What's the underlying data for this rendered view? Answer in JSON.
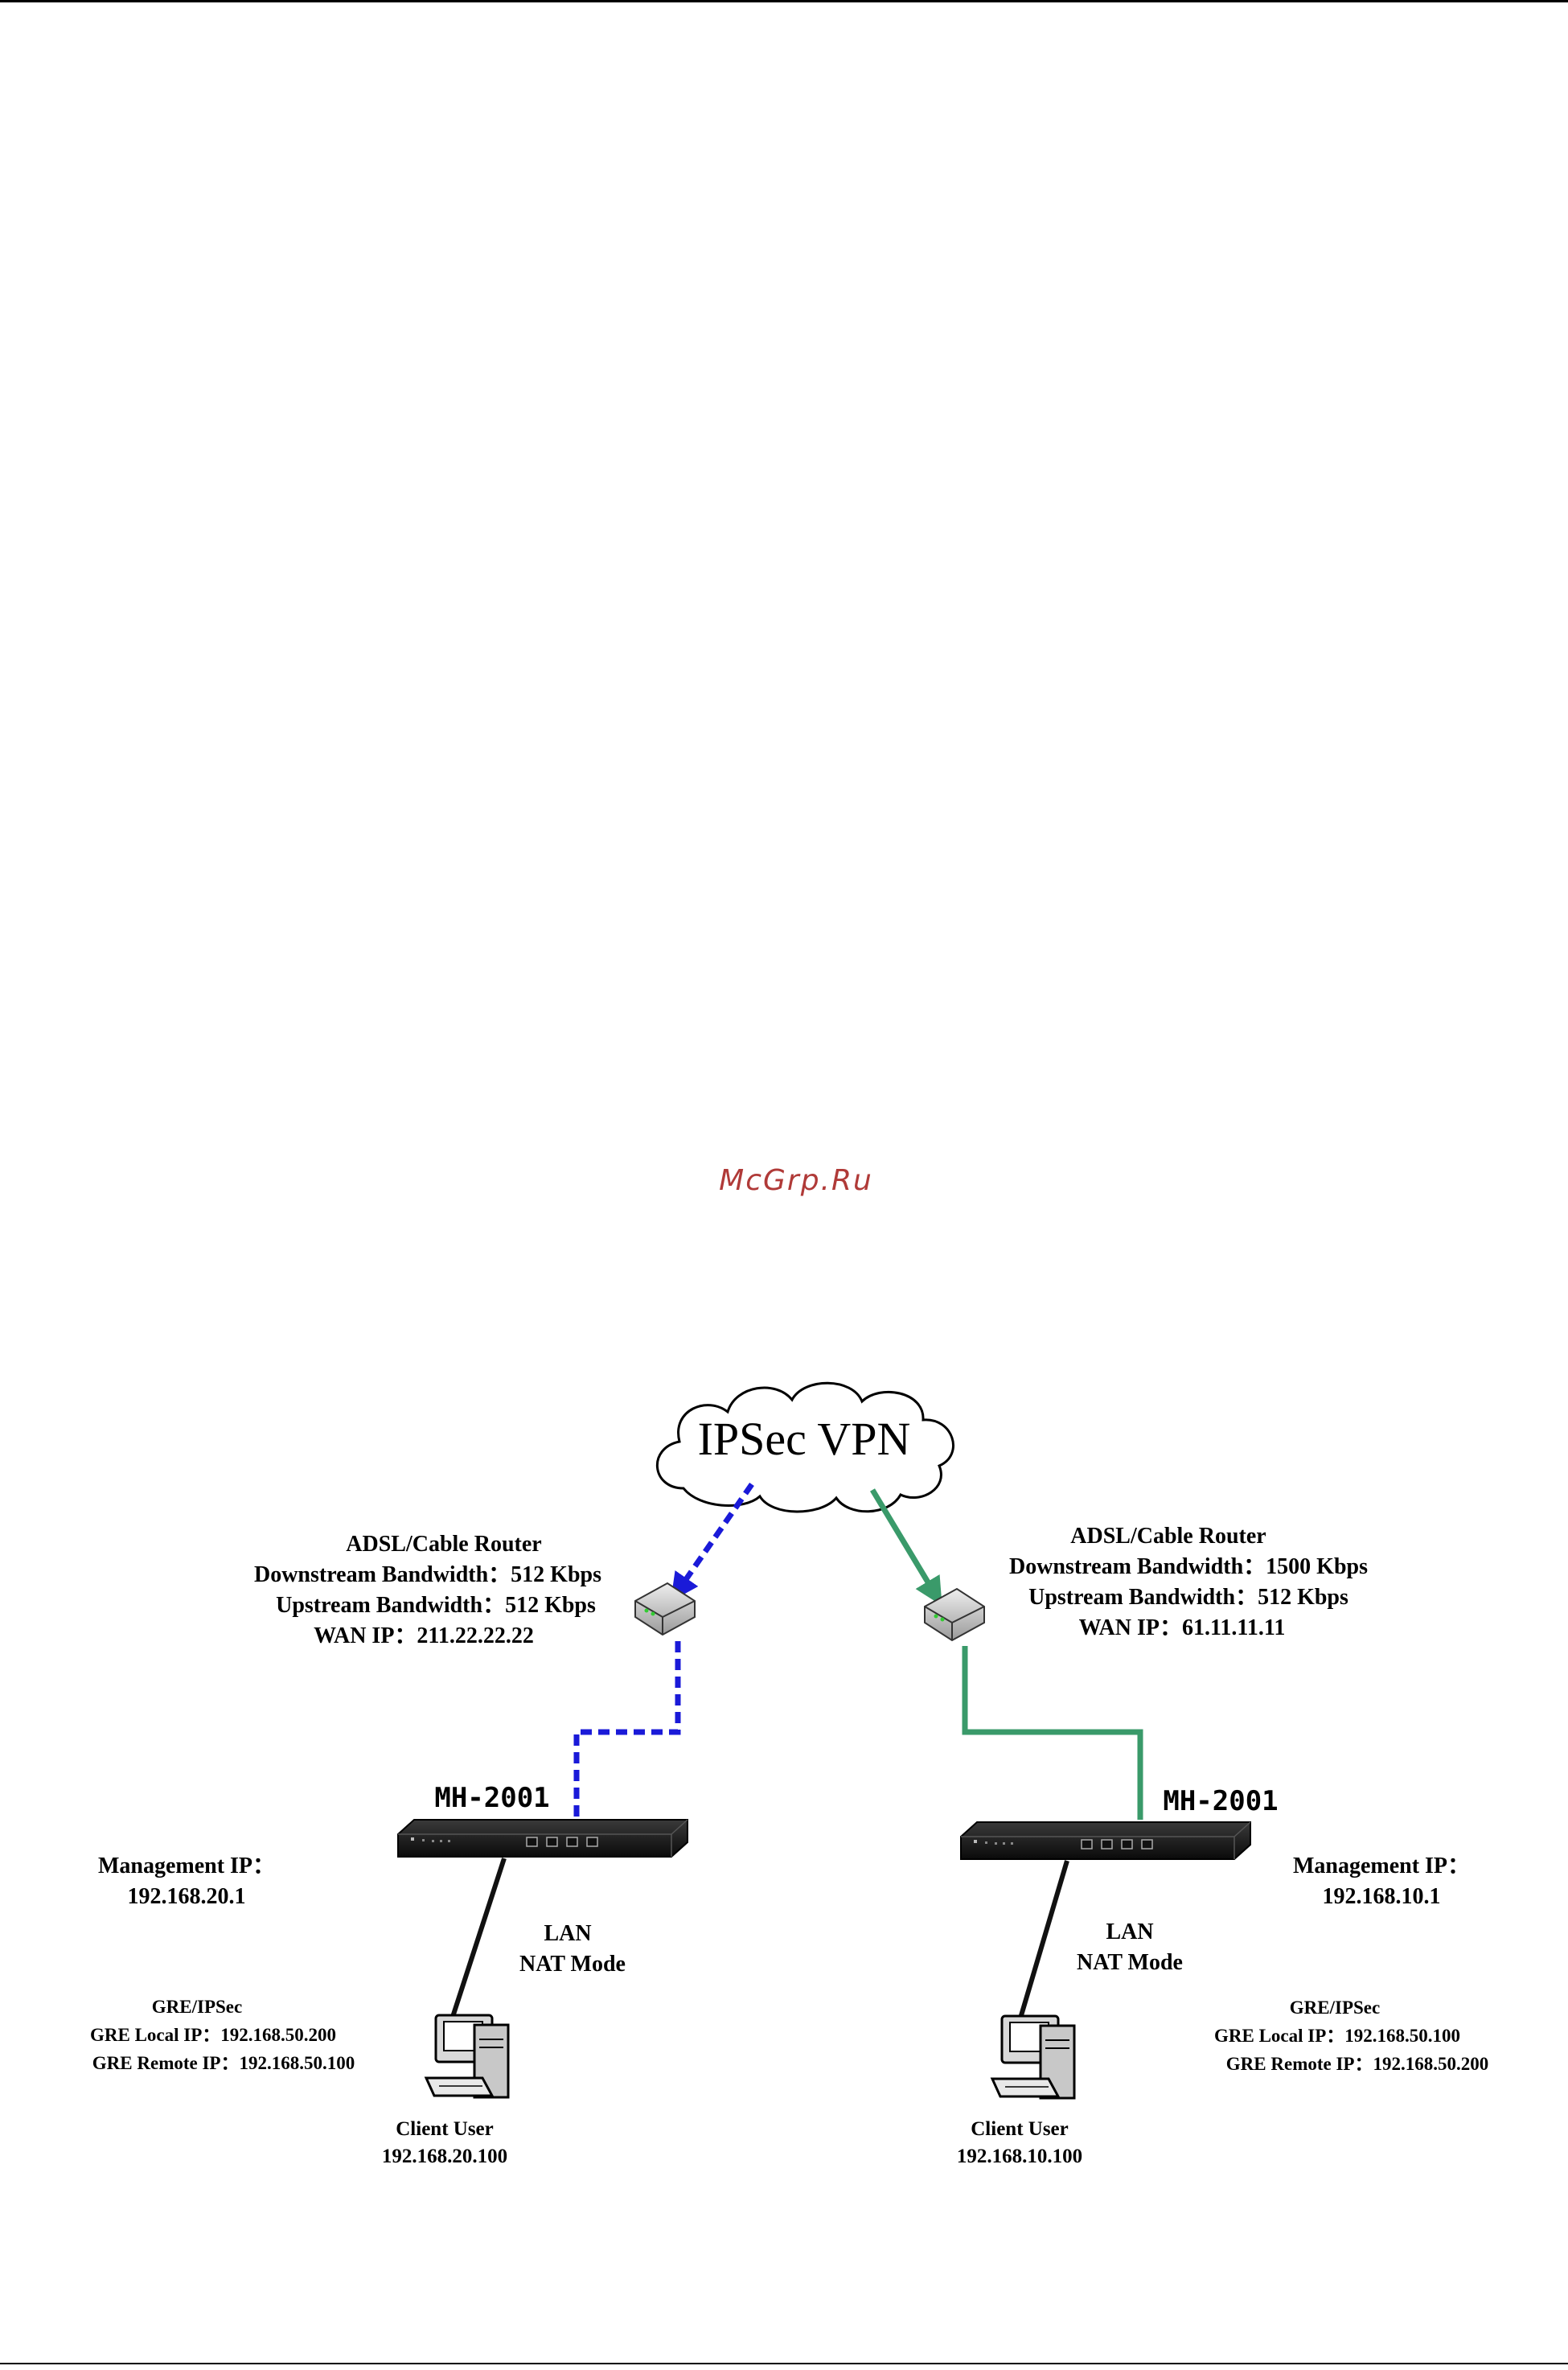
{
  "watermark": "McGrp.Ru",
  "diagram": {
    "cloud": {
      "label": "IPSec VPN"
    },
    "left": {
      "router": {
        "title": "ADSL/Cable Router",
        "downstream": "Downstream Bandwidth：512 Kbps",
        "upstream": "Upstream Bandwidth：512 Kbps",
        "wan_ip": "WAN IP：211.22.22.22"
      },
      "device": "MH-2001",
      "management_label": "Management IP：",
      "management_ip": "192.168.20.1",
      "lan_label": "LAN",
      "nat_label": "NAT Mode",
      "gre_title": "GRE/IPSec",
      "gre_local": "GRE Local IP：192.168.50.200",
      "gre_remote": "GRE Remote IP：192.168.50.100",
      "client_label": "Client User",
      "client_ip": "192.168.20.100"
    },
    "right": {
      "router": {
        "title": "ADSL/Cable Router",
        "downstream": "Downstream Bandwidth：1500 Kbps",
        "upstream": "Upstream Bandwidth：512 Kbps",
        "wan_ip": "WAN IP：61.11.11.11"
      },
      "device": "MH-2001",
      "management_label": "Management IP：",
      "management_ip": "192.168.10.1",
      "lan_label": "LAN",
      "nat_label": "NAT Mode",
      "gre_title": "GRE/IPSec",
      "gre_local": "GRE Local IP：192.168.50.100",
      "gre_remote": "GRE Remote IP：192.168.50.200",
      "client_label": "Client User",
      "client_ip": "192.168.10.100"
    },
    "colors": {
      "left_link": "#1a1ad8",
      "right_link": "#3a9a6a",
      "lan_link": "#111111"
    }
  }
}
